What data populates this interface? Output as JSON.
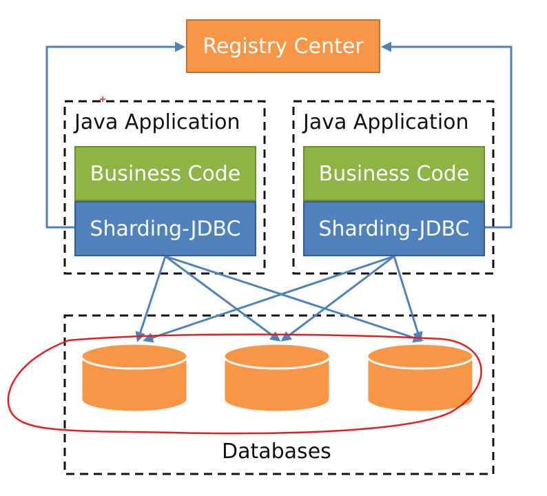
{
  "registry": {
    "label": "Registry Center",
    "color": "#f79646"
  },
  "applications": [
    {
      "title": "Java Application",
      "business_label": "Business Code",
      "sharding_label": "Sharding-JDBC"
    },
    {
      "title": "Java Application",
      "business_label": "Business Code",
      "sharding_label": "Sharding-JDBC"
    }
  ],
  "databases": {
    "label": "Databases",
    "count": 3,
    "color": "#f79646"
  },
  "colors": {
    "business": "#8fb446",
    "sharding": "#4f81bd",
    "arrow": "#4f81bd",
    "annotation": "#e02020"
  }
}
